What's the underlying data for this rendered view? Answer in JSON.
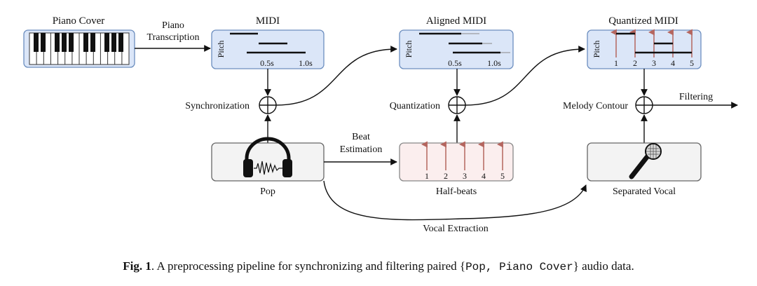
{
  "nodes": {
    "piano_cover": {
      "title": "Piano Cover"
    },
    "midi": {
      "title": "MIDI",
      "axis": "Pitch",
      "ticks": [
        "0.5s",
        "1.0s"
      ]
    },
    "aligned_midi": {
      "title": "Aligned MIDI",
      "axis": "Pitch",
      "ticks": [
        "0.5s",
        "1.0s"
      ]
    },
    "quantized_midi": {
      "title": "Quantized MIDI",
      "axis": "Pitch",
      "ticks": [
        "1",
        "2",
        "3",
        "4",
        "5"
      ]
    },
    "pop": {
      "label": "Pop"
    },
    "half_beats": {
      "label": "Half-beats",
      "ticks": [
        "1",
        "2",
        "3",
        "4",
        "5"
      ]
    },
    "separated_vocal": {
      "label": "Separated Vocal"
    }
  },
  "edges": {
    "piano_transcription": [
      "Piano",
      "Transcription"
    ],
    "synchronization": "Synchronization",
    "quantization": "Quantization",
    "melody_contour": "Melody Contour",
    "filtering": "Filtering",
    "beat_estimation": [
      "Beat",
      "Estimation"
    ],
    "vocal_extraction": "Vocal Extraction"
  },
  "caption": {
    "prefix": "Fig. 1",
    "text": ". A preprocessing pipeline for synchronizing and filtering paired ",
    "open": "{",
    "code": "Pop, Piano Cover",
    "close": "}",
    "suffix": " audio data."
  },
  "icons": {
    "piano": "piano-keyboard-icon",
    "headphones": "headphones-icon",
    "microphone": "microphone-icon",
    "sum": "circle-plus-icon"
  }
}
